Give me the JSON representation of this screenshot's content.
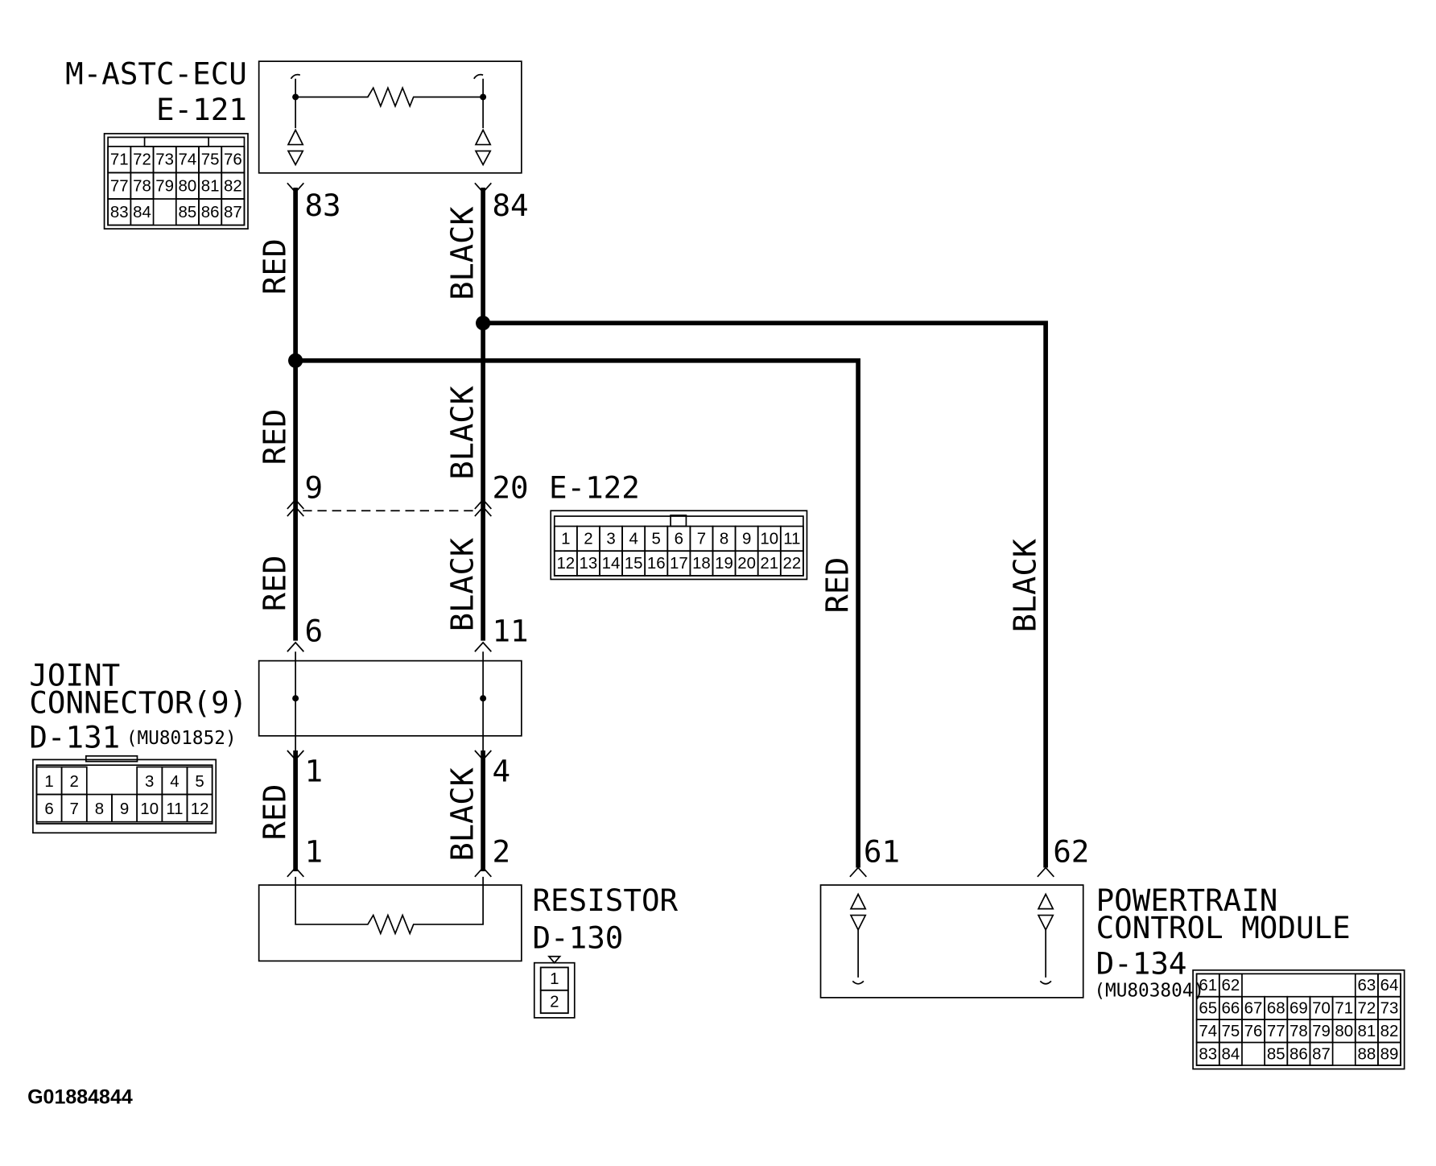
{
  "components": {
    "ecu": {
      "name": "M-ASTC-ECU",
      "code": "E-121"
    },
    "e122": {
      "code": "E-122"
    },
    "joint": {
      "name_line1": "JOINT",
      "name_line2": "CONNECTOR(9)",
      "code": "D-131",
      "part_no": "(MU801852)"
    },
    "resistor": {
      "name": "RESISTOR",
      "code": "D-130"
    },
    "pcm": {
      "name_line1": "POWERTRAIN",
      "name_line2": "CONTROL MODULE",
      "code": "D-134",
      "part_no": "(MU803804)"
    }
  },
  "pins": {
    "ecu_a": "83",
    "ecu_b": "84",
    "e122_a": "9",
    "e122_b": "20",
    "joint_in_a": "6",
    "joint_in_b": "11",
    "joint_out_a": "1",
    "joint_out_b": "4",
    "res_a": "1",
    "res_b": "2",
    "pcm_a": "61",
    "pcm_b": "62"
  },
  "wires": {
    "red": "RED",
    "black": "BLACK"
  },
  "connector_faces": {
    "e121": {
      "rows": [
        [
          "71",
          "72",
          "73",
          "74",
          "75",
          "76"
        ],
        [
          "77",
          "78",
          "79",
          "80",
          "81",
          "82"
        ],
        [
          "83",
          "84",
          "",
          "85",
          "86",
          "87"
        ]
      ]
    },
    "e122": {
      "rows": [
        [
          "1",
          "2",
          "3",
          "4",
          "5",
          "6",
          "7",
          "8",
          "9",
          "10",
          "11"
        ],
        [
          "12",
          "13",
          "14",
          "15",
          "16",
          "17",
          "18",
          "19",
          "20",
          "21",
          "22"
        ]
      ]
    },
    "d131": {
      "rows": [
        [
          "1",
          "2",
          "",
          "",
          "3",
          "4",
          "5"
        ],
        [
          "6",
          "7",
          "8",
          "9",
          "10",
          "11",
          "12"
        ]
      ]
    },
    "d130": {
      "rows": [
        [
          "1"
        ],
        [
          "2"
        ]
      ]
    },
    "d134": {
      "rows": [
        [
          "61",
          "62",
          "",
          "",
          "",
          "",
          "",
          "63",
          "64"
        ],
        [
          "65",
          "66",
          "67",
          "68",
          "69",
          "70",
          "71",
          "72",
          "73"
        ],
        [
          "74",
          "75",
          "76",
          "77",
          "78",
          "79",
          "80",
          "81",
          "82"
        ],
        [
          "83",
          "84",
          "",
          "85",
          "86",
          "87",
          "",
          "88",
          "89"
        ]
      ]
    }
  },
  "figure_id": "G01884844"
}
